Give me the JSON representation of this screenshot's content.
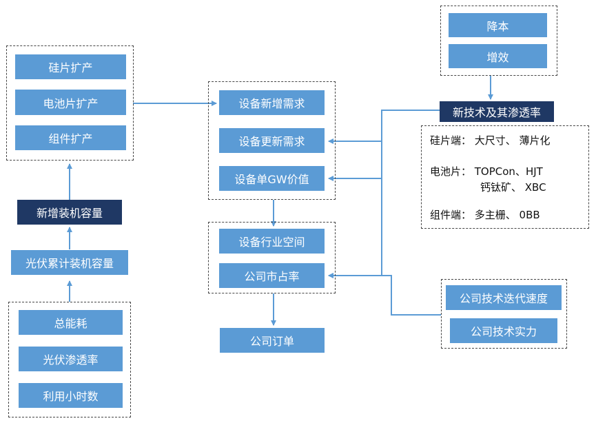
{
  "left": {
    "group_top": [
      "硅片扩产",
      "电池片扩产",
      "组件扩产"
    ],
    "new_capacity": "新增装机容量",
    "cumulative_capacity": "光伏累计装机容量",
    "group_bottom": [
      "总能耗",
      "光伏渗透率",
      "利用小时数"
    ]
  },
  "middle": {
    "demand": [
      "设备新增需求",
      "设备更新需求",
      "设备单GW价值"
    ],
    "market": [
      "设备行业空间",
      "公司市占率"
    ],
    "orders": "公司订单"
  },
  "right": {
    "drivers": [
      "降本",
      "增效"
    ],
    "new_tech": "新技术及其渗透率",
    "tech_detail": {
      "wafer": "硅片端： 大尺寸、  薄片化",
      "cell_line1": "电池片： TOPCon、HJT",
      "cell_line2": "钙钛矿、   XBC",
      "module": "组件端： 多主栅、    0BB"
    },
    "company": [
      "公司技术迭代速度",
      "公司技术实力"
    ]
  }
}
